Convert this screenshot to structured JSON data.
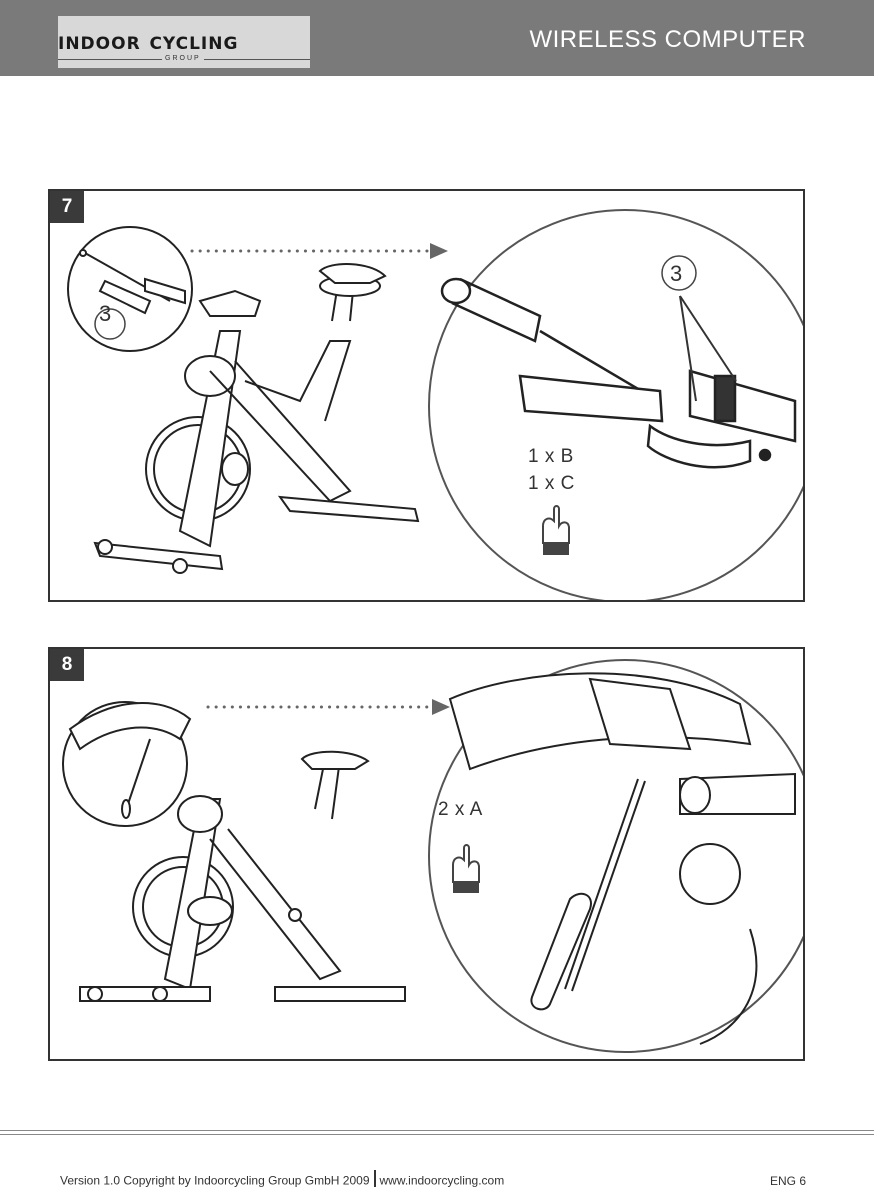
{
  "header": {
    "logo_text": "INDOOR  CYCLING",
    "logo_subtext": "GROUP",
    "title": "WIRELESS COMPUTER"
  },
  "steps": [
    {
      "number": "7",
      "callout_number": "3",
      "detail_callout_number": "3",
      "quantity_line1": "1 x B",
      "quantity_line2": "1 x C",
      "icon": "hand-pointing-icon"
    },
    {
      "number": "8",
      "quantity_line1": "2 x A",
      "icon": "hand-pointing-icon"
    }
  ],
  "footer": {
    "copyright": "Version 1.0 Copyright by Indoorcycling Group GmbH 2009",
    "website": "www.indoorcycling.com",
    "page": "ENG 6"
  },
  "colors": {
    "header_bg": "#7a7a7a",
    "logo_bg": "#d8d8d8",
    "badge_bg": "#3a3a3a"
  }
}
